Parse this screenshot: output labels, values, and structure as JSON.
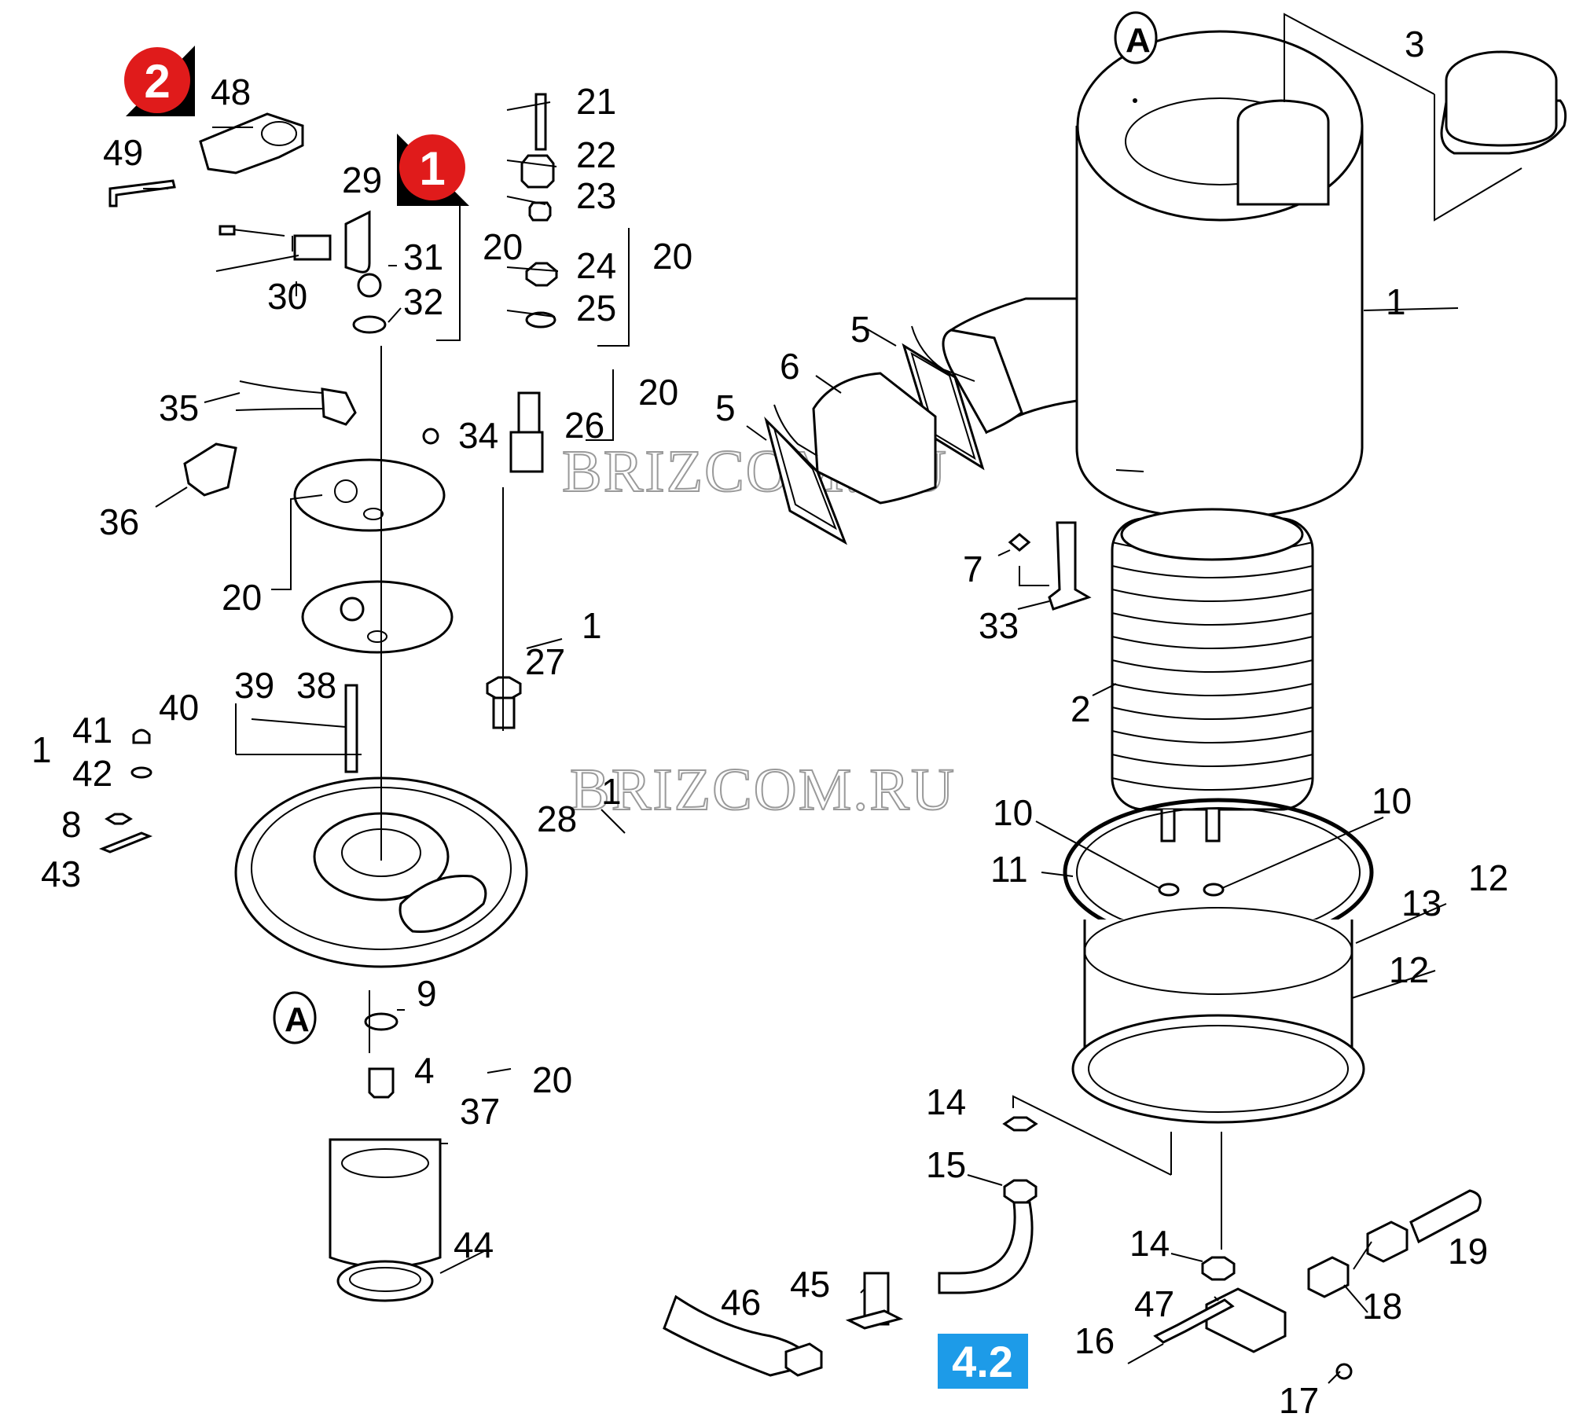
{
  "colors": {
    "marker_red": "#e01b1b",
    "marker_shadow": "#000000",
    "link_blue": "#1d9be8",
    "link_text": "#ffffff",
    "watermark": "#9a9a9a"
  },
  "watermark": "BRIZCOM.RU",
  "reference_link": "4.2",
  "view_marker": "A",
  "markers": [
    {
      "label": "2"
    },
    {
      "label": "1"
    }
  ],
  "callouts": {
    "c48": "48",
    "c49": "49",
    "c29": "29",
    "c30": "30",
    "c31": "31",
    "c32": "32",
    "c20a": "20",
    "c21": "21",
    "c22": "22",
    "c23": "23",
    "c24": "24",
    "c25": "25",
    "c20b": "20",
    "c35": "35",
    "c34": "34",
    "c26": "26",
    "c20c": "20",
    "c36": "36",
    "c20d": "20",
    "c1a": "1",
    "c27": "27",
    "c40": "40",
    "c39": "39",
    "c38": "38",
    "c1b": "1",
    "c41": "41",
    "c42": "42",
    "c8": "8",
    "c43": "43",
    "c1c": "1",
    "c28": "28",
    "c9": "9",
    "c4": "4",
    "c37": "37",
    "c20e": "20",
    "c44": "44",
    "c3": "3",
    "c1d": "1",
    "c5a": "5",
    "c6": "6",
    "c5b": "5",
    "c7": "7",
    "c33": "33",
    "c2": "2",
    "c10a": "10",
    "c10b": "10",
    "c11": "11",
    "c12a": "12",
    "c13": "13",
    "c12b": "12",
    "c14a": "14",
    "c15": "15",
    "c14b": "14",
    "c19": "19",
    "c18": "18",
    "c47": "47",
    "c16": "16",
    "c17": "17",
    "c45": "45",
    "c46": "46"
  }
}
